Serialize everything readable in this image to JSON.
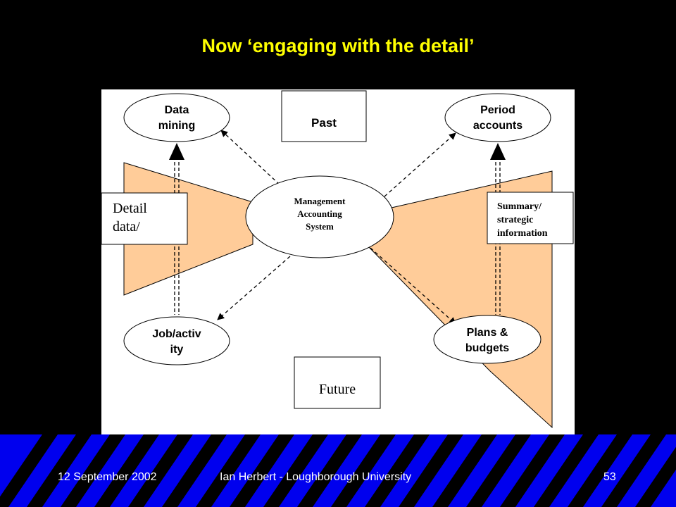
{
  "slide": {
    "title": "Now ‘engaging with the detail’"
  },
  "diagram": {
    "ellipses": {
      "data_mining": [
        "Data",
        "mining"
      ],
      "period_accounts": [
        "Period",
        "accounts"
      ],
      "mas": [
        "Management",
        "Accounting",
        "System"
      ],
      "job_activity": [
        "Job/activ",
        "ity"
      ],
      "plans_budgets": [
        "Plans &",
        "budgets"
      ]
    },
    "boxes": {
      "past": "Past",
      "future": "Future",
      "detail_data": [
        "Detail",
        "data/"
      ],
      "summary": [
        "Summary/",
        "strategic",
        "information"
      ]
    },
    "colors": {
      "funnel_fill": "#ffcc99",
      "title": "#ffff00",
      "footer_band": "#0000ee"
    }
  },
  "footer": {
    "date": "12 September 2002",
    "author": "Ian Herbert - Loughborough University",
    "page_number": "53"
  }
}
